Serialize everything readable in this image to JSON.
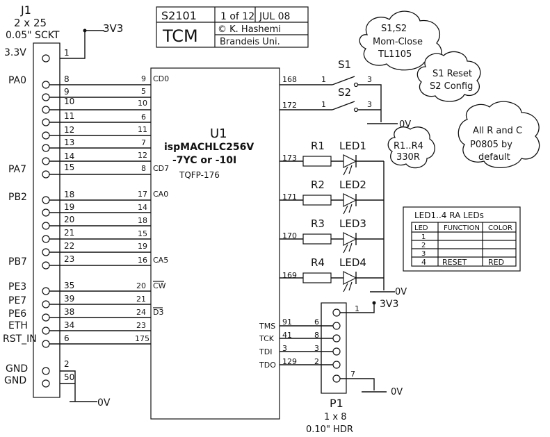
{
  "title_block": {
    "sheet_id": "S2101",
    "page": "1 of 12",
    "date": "JUL 08",
    "project": "TCM",
    "author": "© K. Hashemi",
    "org": "Brandeis Uni."
  },
  "j1": {
    "ref": "J1",
    "size": "2 x 25",
    "type": "0.05\" SCKT",
    "supply": "3V3",
    "ground": "0V",
    "left_labels": [
      "3.3V",
      "PA0",
      "PA7",
      "PB2",
      "PB7",
      "PE3",
      "PE7",
      "PE6",
      "ETH",
      "RST_IN",
      "GND",
      "GND"
    ],
    "pins": [
      "1",
      "8",
      "9",
      "10",
      "11",
      "12",
      "13",
      "14",
      "15",
      "18",
      "19",
      "20",
      "21",
      "22",
      "23",
      "35",
      "39",
      "38",
      "34",
      "6",
      "2",
      "50"
    ]
  },
  "u1": {
    "ref": "U1",
    "part": "ispMACHLC256V",
    "speed": "-7YC or -10I",
    "package": "TQFP-176",
    "left_pins": [
      "9",
      "5",
      "10",
      "6",
      "11",
      "7",
      "12",
      "8",
      "17",
      "14",
      "18",
      "15",
      "19",
      "16",
      "20",
      "21",
      "24",
      "23",
      "175"
    ],
    "left_signals": [
      "CD0",
      "CD7",
      "CA0",
      "CA5",
      "CW",
      "D3"
    ],
    "right_pins": [
      "168",
      "172",
      "173",
      "171",
      "170",
      "169",
      "91",
      "41",
      "3",
      "129"
    ]
  },
  "switches": {
    "labels": [
      "S1",
      "S2"
    ],
    "pin_a": "1",
    "pin_b": "3",
    "ground": "0V",
    "note_lines": [
      "S1,S2",
      "Mom-Close",
      "TL1105"
    ],
    "func_lines": [
      "S1 Reset",
      "S2 Config"
    ]
  },
  "leds": {
    "resistors": [
      "R1",
      "R2",
      "R3",
      "R4"
    ],
    "labels": [
      "LED1",
      "LED2",
      "LED3",
      "LED4"
    ],
    "ground": "0V",
    "value_note": [
      "R1..R4",
      "330R"
    ],
    "default_note": [
      "All R and C",
      "P0805 by",
      "default"
    ]
  },
  "led_table": {
    "title": "LED1..4 RA LEDs",
    "headers": [
      "LED",
      "FUNCTION",
      "COLOR"
    ],
    "rows": [
      [
        "1",
        "",
        ""
      ],
      [
        "2",
        "",
        ""
      ],
      [
        "3",
        "",
        ""
      ],
      [
        "4",
        "RESET",
        "RED"
      ]
    ]
  },
  "p1": {
    "ref": "P1",
    "size": "1 x 8",
    "type": "0.10\" HDR",
    "supply": "3V3",
    "ground": "0V",
    "signals": [
      "TMS",
      "TCK",
      "TDI",
      "TDO"
    ],
    "u1_pins": [
      "91",
      "41",
      "3",
      "129"
    ],
    "hdr_pins": [
      "6",
      "8",
      "3",
      "2"
    ],
    "pin_top": "1",
    "pin_bottom": "7"
  }
}
